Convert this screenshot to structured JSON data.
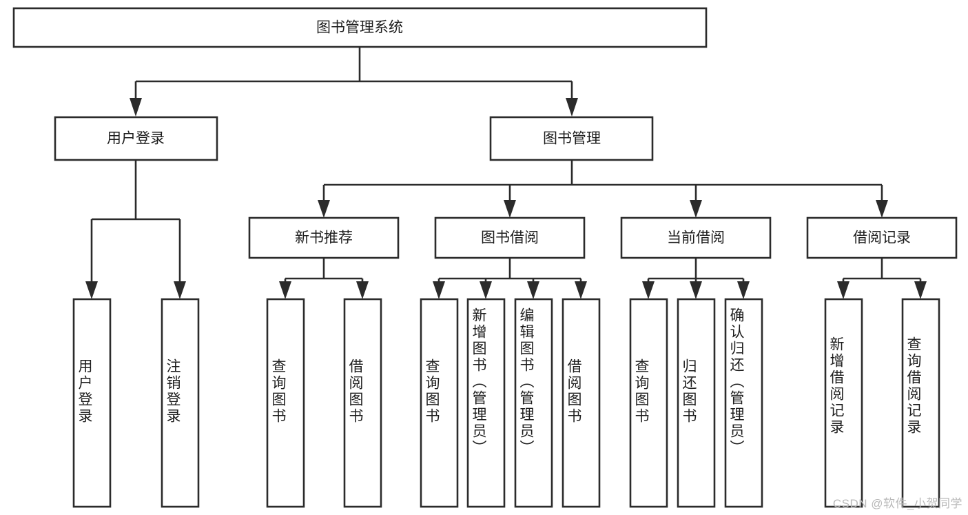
{
  "diagram": {
    "title": "图书管理系统",
    "type": "tree-hierarchy-diagram",
    "colors": {
      "stroke": "#2b2b2b",
      "box_fill": "#ffffff",
      "text": "#1d1d1d",
      "background": "#ffffff",
      "watermark": "#b9b9b9"
    },
    "root": {
      "label": "图书管理系统",
      "orientation": "horizontal"
    },
    "level2": [
      {
        "label": "用户登录",
        "orientation": "horizontal"
      },
      {
        "label": "图书管理",
        "orientation": "horizontal"
      }
    ],
    "level3": [
      {
        "label": "新书推荐",
        "orientation": "horizontal"
      },
      {
        "label": "图书借阅",
        "orientation": "horizontal"
      },
      {
        "label": "当前借阅",
        "orientation": "horizontal"
      },
      {
        "label": "借阅记录",
        "orientation": "horizontal"
      }
    ],
    "leaves": {
      "user_login": [
        {
          "label": "用户登录",
          "orientation": "vertical"
        },
        {
          "label": "注销登录",
          "orientation": "vertical"
        }
      ],
      "new_book_recommend": [
        {
          "label": "查询图书",
          "orientation": "vertical"
        },
        {
          "label": "借阅图书",
          "orientation": "vertical"
        }
      ],
      "book_borrow": [
        {
          "label": "查询图书",
          "orientation": "vertical"
        },
        {
          "label": "新增图书（管理员）",
          "orientation": "vertical"
        },
        {
          "label": "编辑图书（管理员）",
          "orientation": "vertical"
        },
        {
          "label": "借阅图书",
          "orientation": "vertical"
        }
      ],
      "current_borrow": [
        {
          "label": "查询图书",
          "orientation": "vertical"
        },
        {
          "label": "归还图书",
          "orientation": "vertical"
        },
        {
          "label": "确认归还（管理员）",
          "orientation": "vertical"
        }
      ],
      "borrow_record": [
        {
          "label": "新增借阅记录",
          "orientation": "vertical"
        },
        {
          "label": "查询借阅记录",
          "orientation": "vertical"
        }
      ]
    }
  },
  "watermark": {
    "text": "CSDN @软件_小贺同学"
  }
}
